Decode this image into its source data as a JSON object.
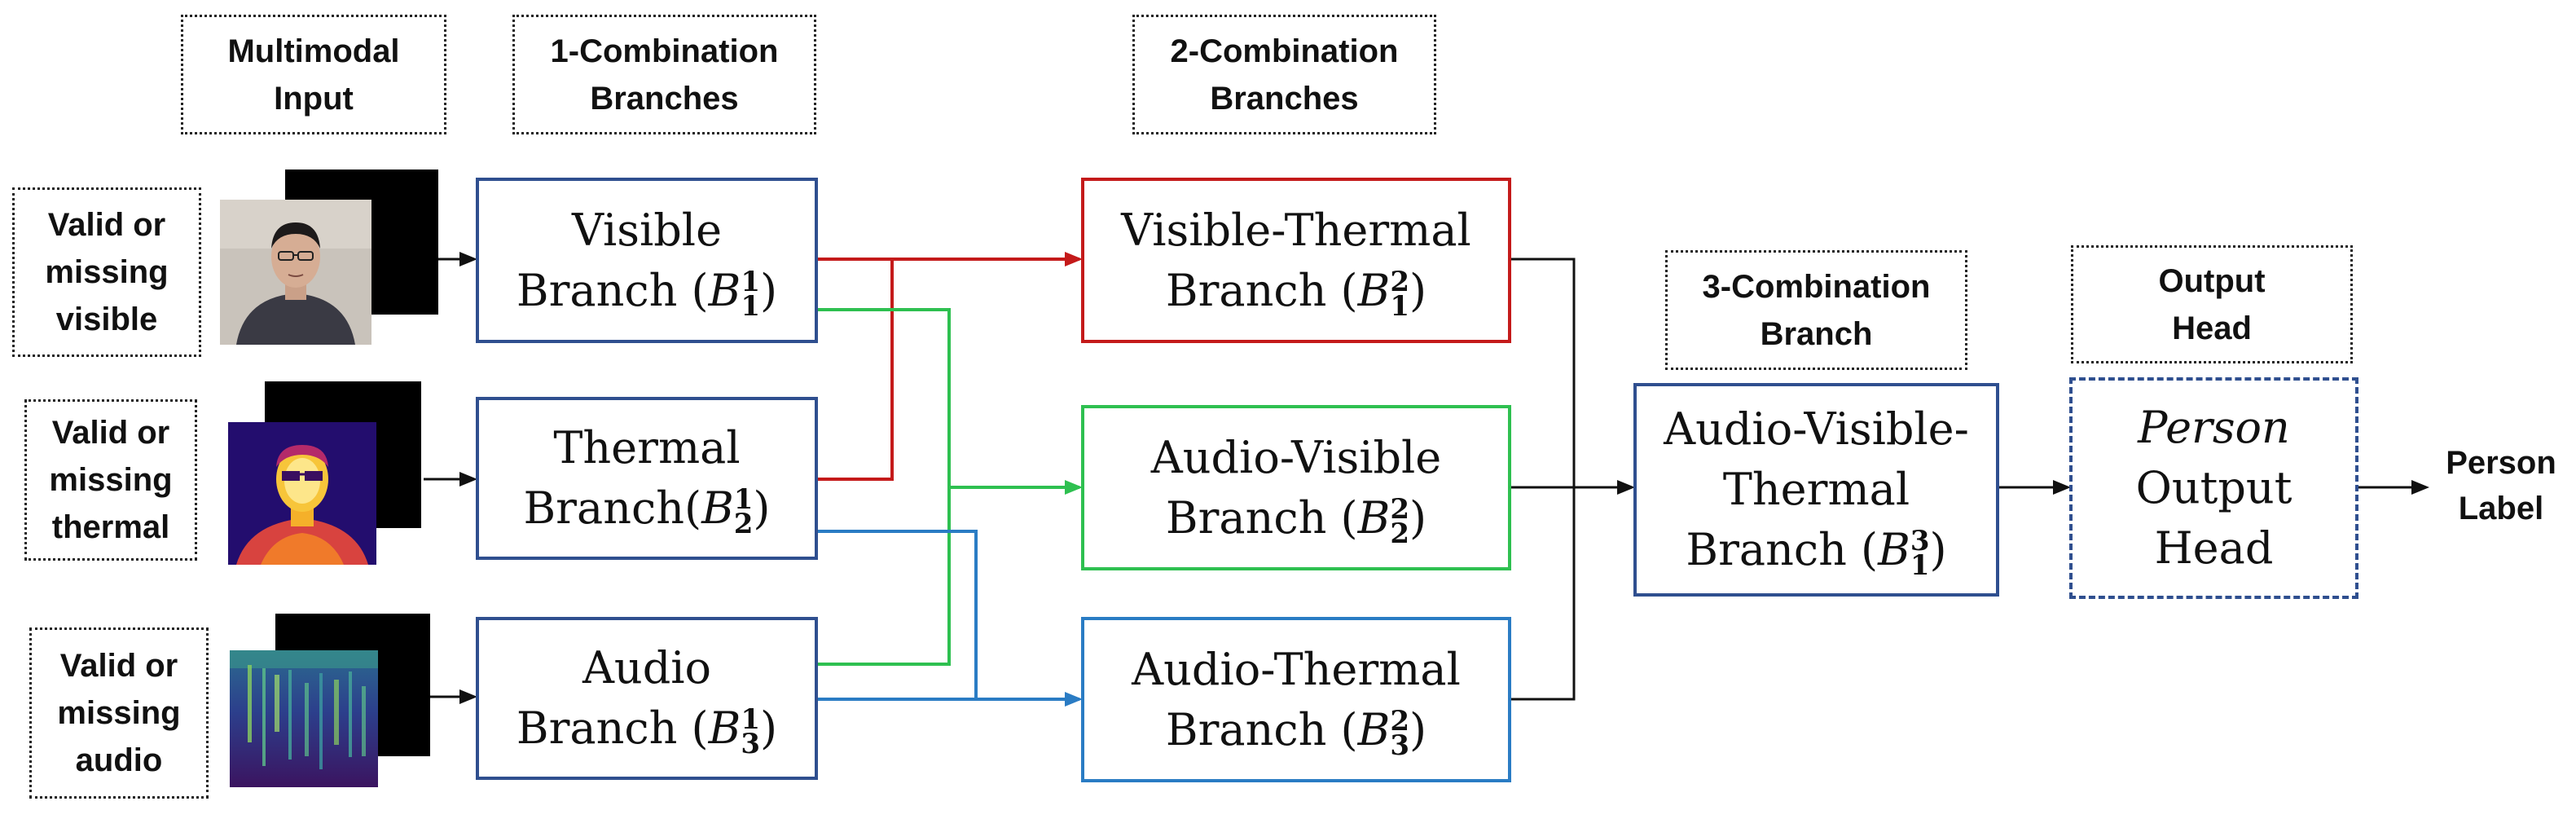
{
  "headers": {
    "multimodal_input": [
      "Multimodal",
      "Input"
    ],
    "combo1": [
      "1-Combination",
      "Branches"
    ],
    "combo2": [
      "2-Combination",
      "Branches"
    ],
    "combo3": [
      "3-Combination",
      "Branch"
    ],
    "output": [
      "Output",
      "Head"
    ]
  },
  "inputs": {
    "visible": [
      "Valid or",
      "missing",
      "visible"
    ],
    "thermal": [
      "Valid or",
      "missing",
      "thermal"
    ],
    "audio": [
      "Valid or",
      "missing",
      "audio"
    ]
  },
  "branches1": {
    "visible": {
      "name": "Visible",
      "prefix": "Branch (",
      "var": "B",
      "sup": "1",
      "sub": "1",
      "suffix": ")"
    },
    "thermal": {
      "name": "Thermal",
      "prefix": "Branch(",
      "var": "B",
      "sup": "1",
      "sub": "2",
      "suffix": ")"
    },
    "audio": {
      "name": "Audio",
      "prefix": "Branch (",
      "var": "B",
      "sup": "1",
      "sub": "3",
      "suffix": ")"
    }
  },
  "branches2": {
    "visible_thermal": {
      "name": "Visible-Thermal",
      "prefix": "Branch (",
      "var": "B",
      "sup": "2",
      "sub": "1",
      "suffix": ")"
    },
    "audio_visible": {
      "name": "Audio-Visible",
      "prefix": "Branch (",
      "var": "B",
      "sup": "2",
      "sub": "2",
      "suffix": ")"
    },
    "audio_thermal": {
      "name": "Audio-Thermal",
      "prefix": "Branch (",
      "var": "B",
      "sup": "2",
      "sub": "3",
      "suffix": ")"
    }
  },
  "branch3": {
    "line1": "Audio-Visible-",
    "line2": "Thermal",
    "prefix": "Branch (",
    "var": "B",
    "sup": "3",
    "sub": "1",
    "suffix": ")"
  },
  "output_head": {
    "italic": "Person",
    "line2": "Output",
    "line3": "Head"
  },
  "final_output": [
    "Person",
    "Label"
  ],
  "colors": {
    "blue": "#2f4f8f",
    "red": "#c41a1a",
    "green": "#2ec050",
    "light_blue": "#2a7cc4",
    "black": "#111111"
  }
}
